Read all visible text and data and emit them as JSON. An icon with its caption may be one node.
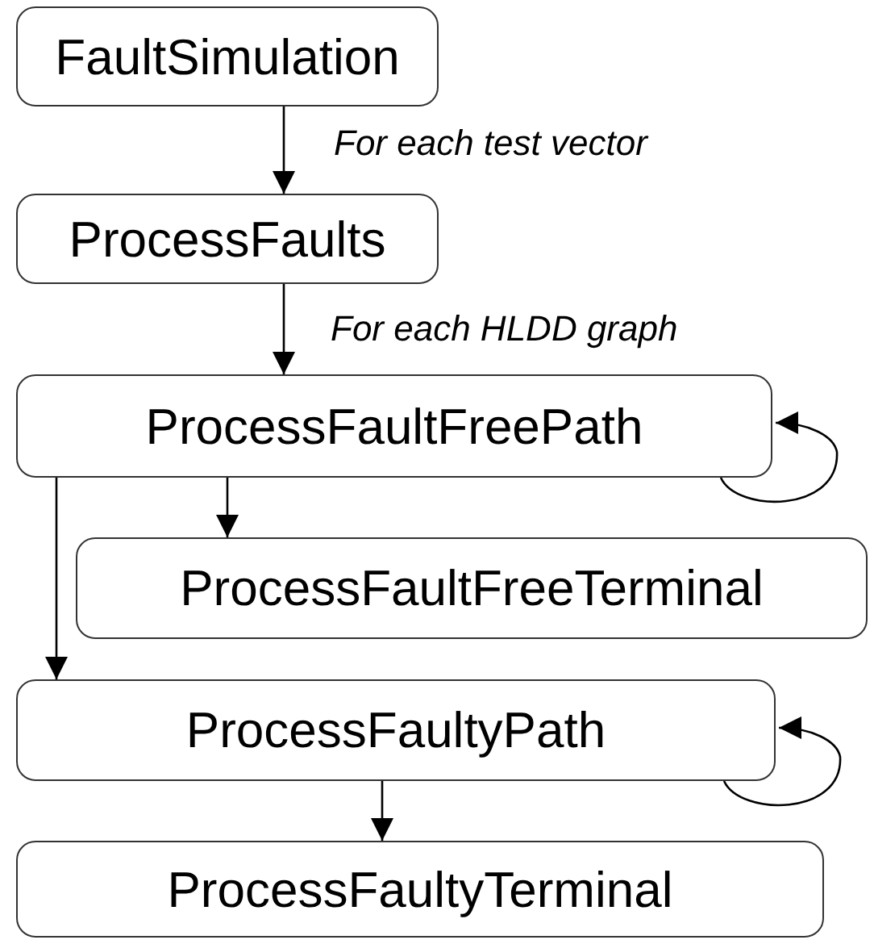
{
  "diagram": {
    "nodes": [
      {
        "text": [
          "FaultSimulation"
        ]
      },
      {
        "text": [
          "ProcessFaults"
        ]
      },
      {
        "text": [
          "ProcessFaultFreePath"
        ]
      },
      {
        "text": [
          "ProcessFaultFreeTerminal"
        ]
      },
      {
        "text": [
          "ProcessFaultyPath"
        ]
      },
      {
        "text": [
          "ProcessFaultyTerminal"
        ]
      }
    ],
    "edges": [
      {
        "from": 0,
        "to": 1,
        "arrow": "to",
        "label": "For each test vector"
      },
      {
        "from": 1,
        "to": 2,
        "arrow": "to",
        "label": "For each HLDD graph"
      },
      {
        "from": 2,
        "to": 2,
        "arrow": "to"
      },
      {
        "from": 2,
        "to": 3,
        "arrow": "to"
      },
      {
        "from": 2,
        "to": 4,
        "arrow": "to"
      },
      {
        "from": 4,
        "to": 4,
        "arrow": "to"
      },
      {
        "from": 4,
        "to": 5,
        "arrow": "to"
      }
    ]
  }
}
